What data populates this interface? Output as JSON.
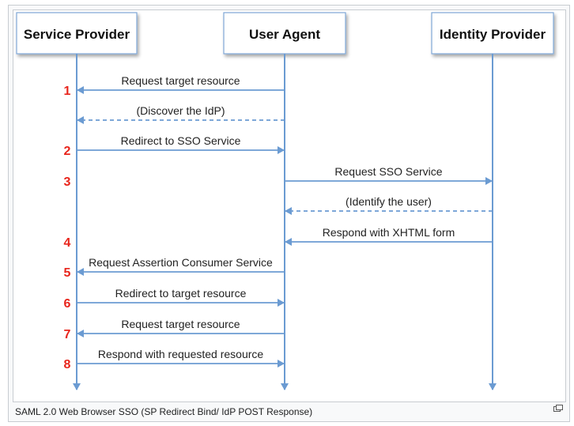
{
  "participants": [
    {
      "id": "sp",
      "label": "Service Provider"
    },
    {
      "id": "ua",
      "label": "User Agent"
    },
    {
      "id": "idp",
      "label": "Identity Provider"
    }
  ],
  "messages": [
    {
      "step": "1",
      "from": "ua",
      "to": "sp",
      "label": "Request target resource",
      "dashed": false
    },
    {
      "step": "",
      "from": "ua",
      "to": "sp",
      "label": "(Discover the IdP)",
      "dashed": true
    },
    {
      "step": "2",
      "from": "sp",
      "to": "ua",
      "label": "Redirect to SSO Service",
      "dashed": false
    },
    {
      "step": "3",
      "from": "ua",
      "to": "idp",
      "label": "Request SSO Service",
      "dashed": false
    },
    {
      "step": "",
      "from": "idp",
      "to": "ua",
      "label": "(Identify the user)",
      "dashed": true
    },
    {
      "step": "4",
      "from": "idp",
      "to": "ua",
      "label": "Respond with XHTML form",
      "dashed": false
    },
    {
      "step": "5",
      "from": "ua",
      "to": "sp",
      "label": "Request Assertion Consumer Service",
      "dashed": false
    },
    {
      "step": "6",
      "from": "sp",
      "to": "ua",
      "label": "Redirect to target resource",
      "dashed": false
    },
    {
      "step": "7",
      "from": "ua",
      "to": "sp",
      "label": "Request target resource",
      "dashed": false
    },
    {
      "step": "8",
      "from": "sp",
      "to": "ua",
      "label": "Respond with requested resource",
      "dashed": false
    }
  ],
  "caption": "SAML 2.0 Web Browser SSO (SP Redirect Bind/ IdP POST Response)",
  "colors": {
    "lifeline": "#6b9bd2",
    "step_number": "#e8251c",
    "box_border": "#7fa7d6"
  }
}
